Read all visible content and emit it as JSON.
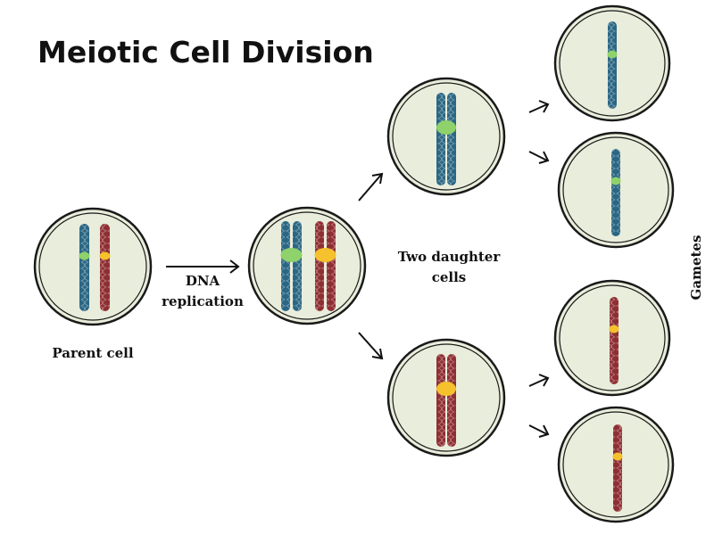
{
  "title": "Meiotic Cell Division",
  "labels": {
    "parent_cell": "Parent cell",
    "dna_line1": "DNA",
    "dna_line2": "replication",
    "daughter_line1": "Two daughter",
    "daughter_line2": "cells",
    "gametes": "Gametes"
  },
  "colors": {
    "blue_chromosome": "#2b6784",
    "red_chromosome": "#8f2f33",
    "green_centromere": "#8fd16a",
    "yellow_centromere": "#f5c12c",
    "cell_fill": "#e9eddb"
  }
}
